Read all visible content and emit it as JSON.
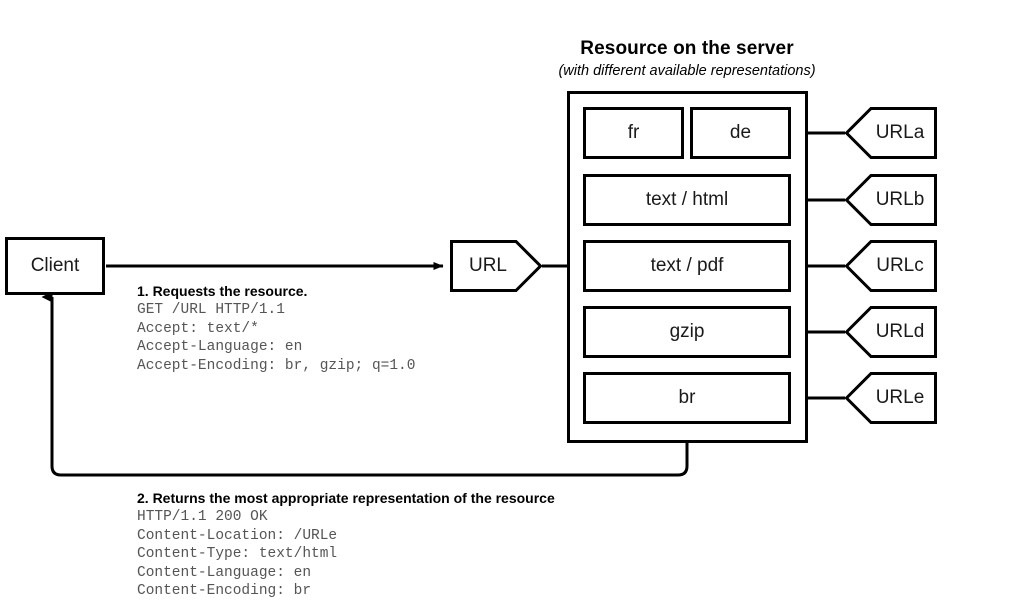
{
  "diagram": {
    "title": "Resource on the server",
    "subtitle": "(with different available representations)",
    "client": {
      "label": "Client"
    },
    "url_tag": {
      "label": "URL"
    },
    "representations": [
      {
        "label": "fr"
      },
      {
        "label": "de"
      },
      {
        "label": "text / html"
      },
      {
        "label": "text / pdf"
      },
      {
        "label": "gzip"
      },
      {
        "label": "br"
      }
    ],
    "urls": [
      {
        "label": "URLa"
      },
      {
        "label": "URLb"
      },
      {
        "label": "URLc"
      },
      {
        "label": "URLd"
      },
      {
        "label": "URLe"
      }
    ],
    "request": {
      "heading": "1. Requests the resource.",
      "lines": [
        "GET /URL HTTP/1.1",
        "Accept: text/*",
        "Accept-Language: en",
        "Accept-Encoding: br, gzip; q=1.0"
      ]
    },
    "response": {
      "heading": "2. Returns the most appropriate representation of the resource",
      "lines": [
        "HTTP/1.1 200 OK",
        "Content-Location: /URLe",
        "Content-Type: text/html",
        "Content-Language: en",
        "Content-Encoding: br"
      ]
    },
    "colors": {
      "stroke": "#000000",
      "background": "#ffffff",
      "mono_text": "#555555",
      "node_text": "#1a1a1a"
    }
  }
}
